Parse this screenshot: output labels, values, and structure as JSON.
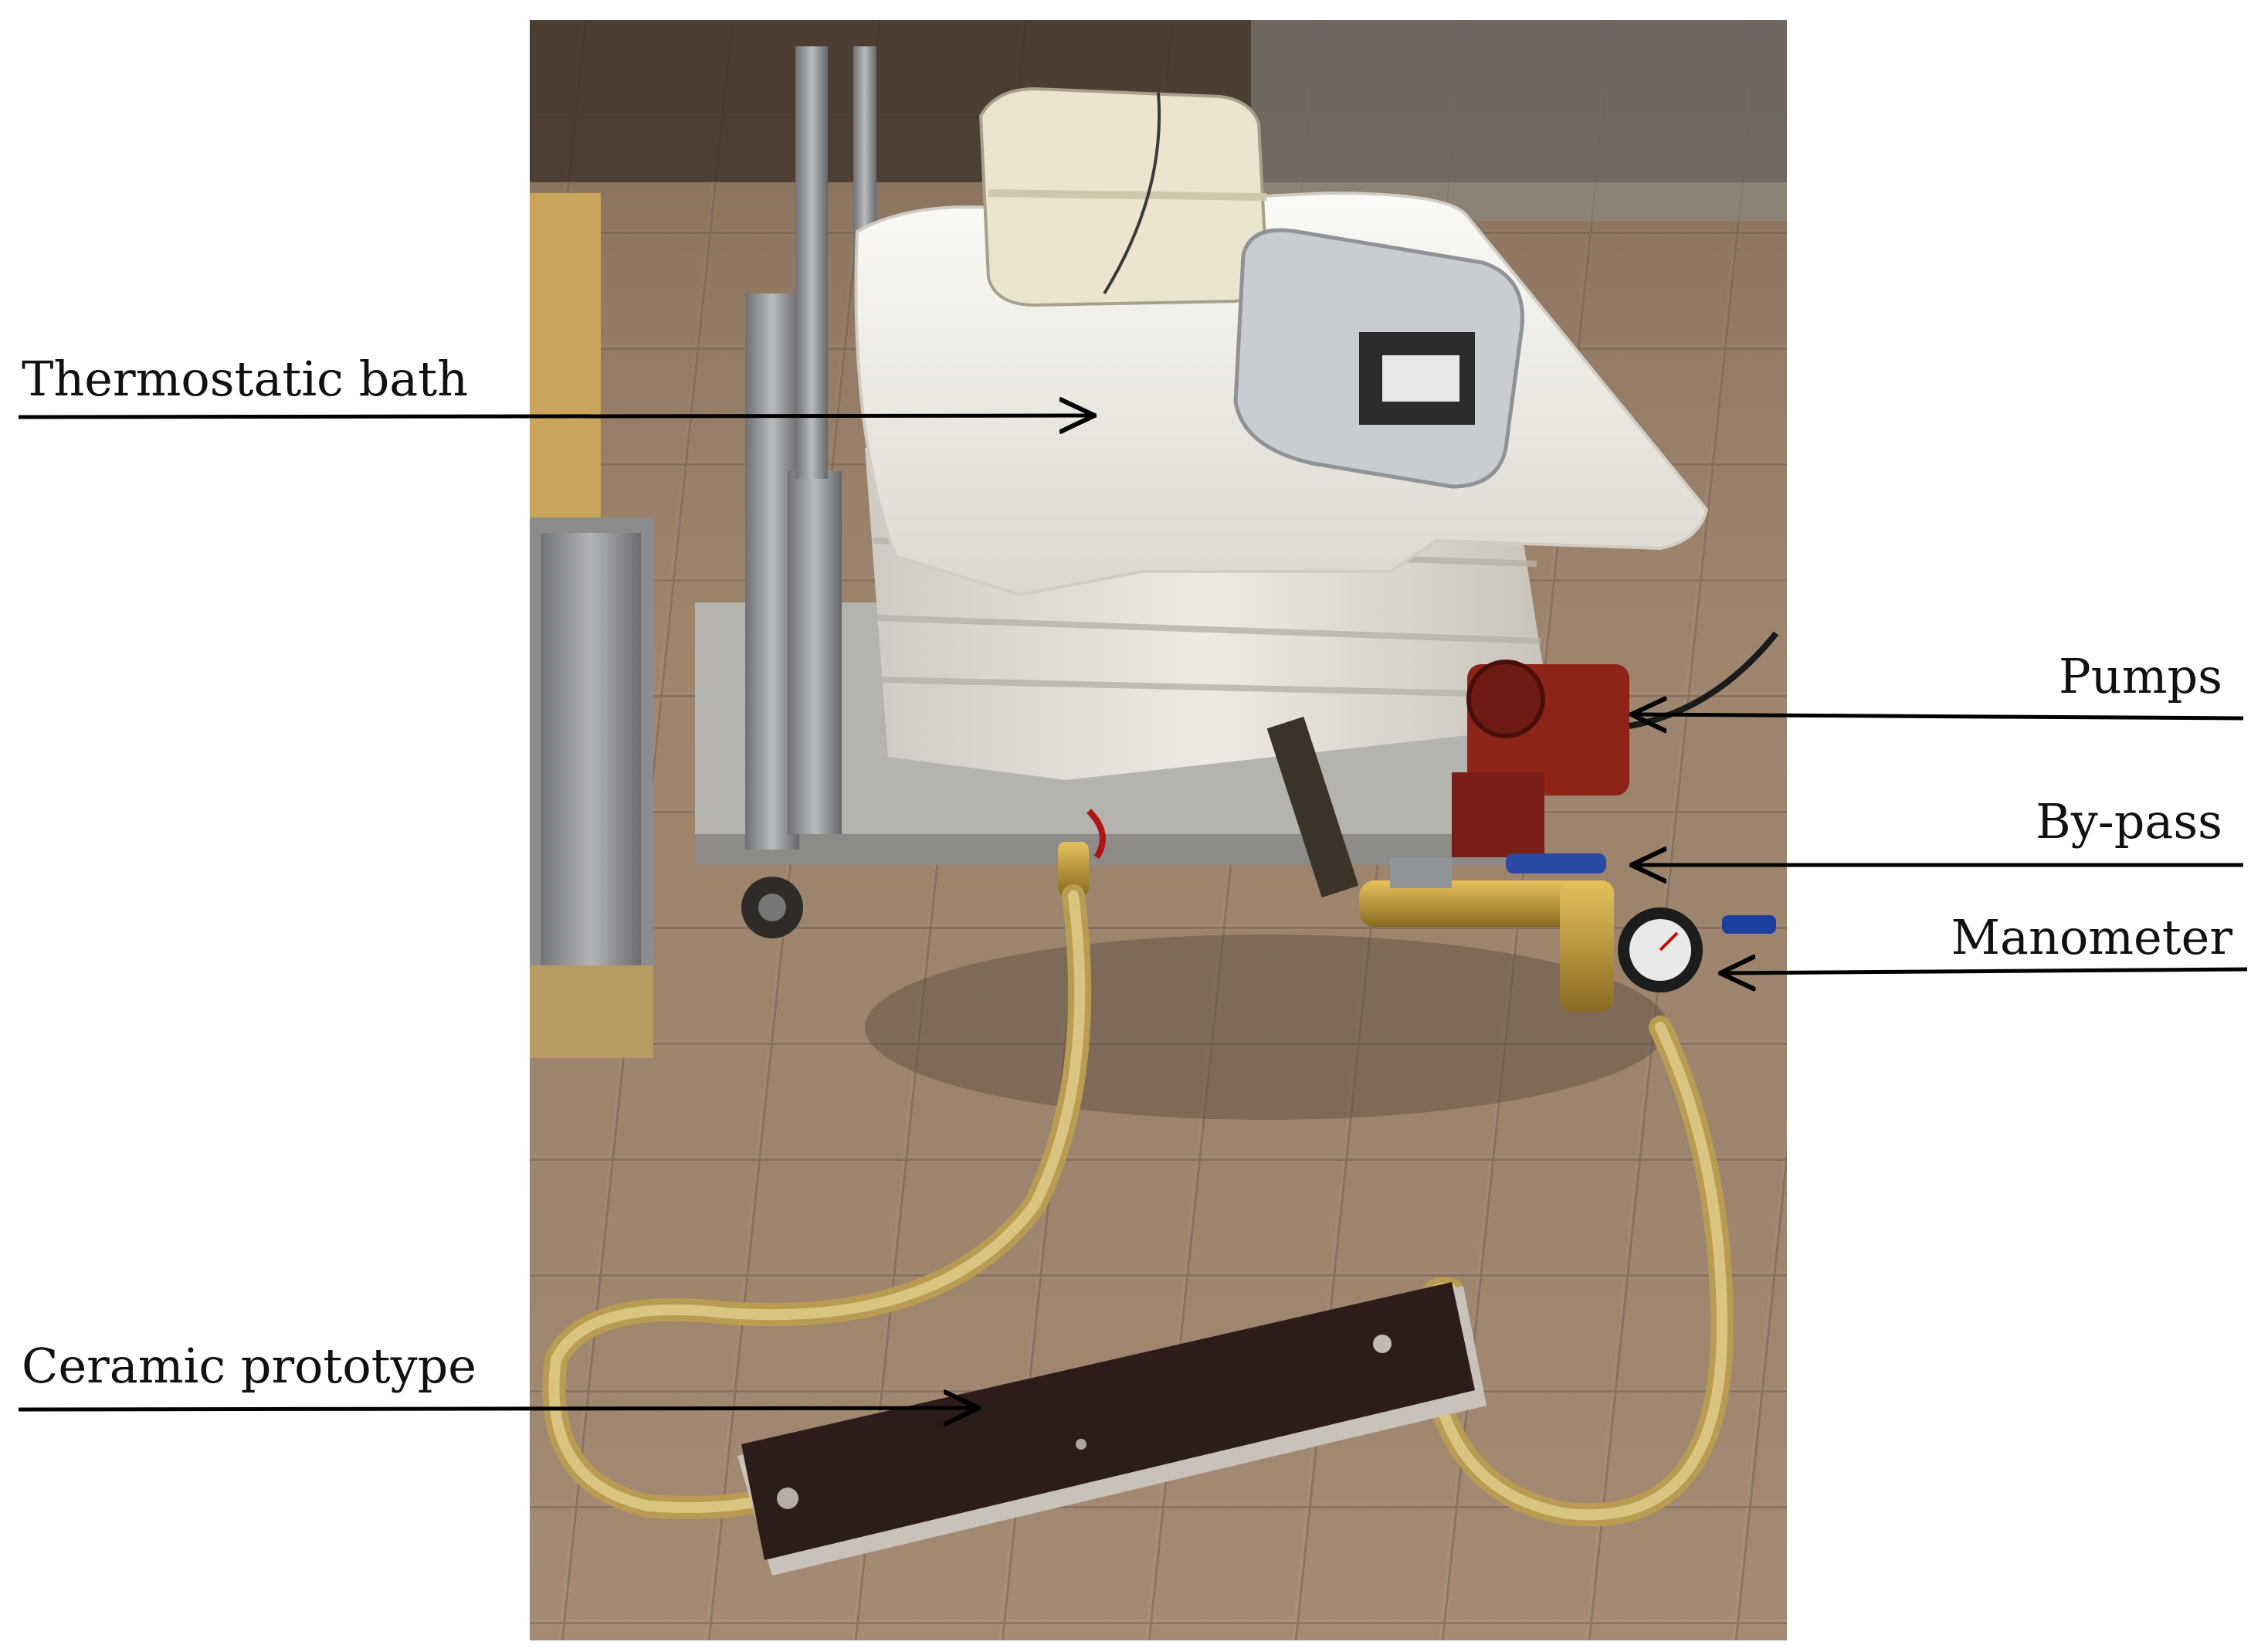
{
  "callouts": {
    "thermostatic_bath": "Thermostatic bath",
    "pumps": "Pumps",
    "by_pass": "By-pass",
    "manometer": "Manometer",
    "ceramic_prototype": "Ceramic prototype"
  },
  "colors": {
    "floor": "#a48a6e",
    "insulation": "#f2f0ea",
    "pump_red": "#8e2418",
    "brass": "#c09a3c",
    "hose": "#d8c27a",
    "panel": "#2c1c1a",
    "line": "#000000"
  }
}
